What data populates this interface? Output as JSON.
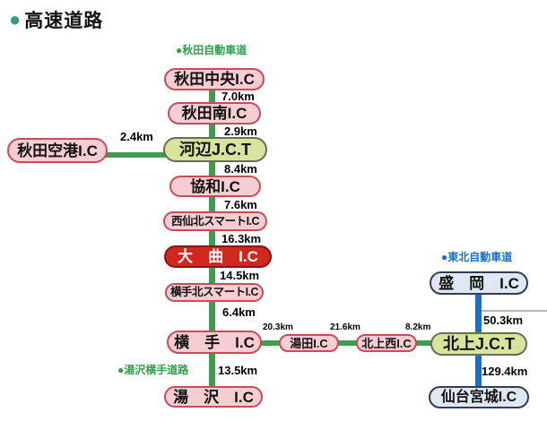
{
  "title": {
    "bullet": "●",
    "text": "高速道路"
  },
  "route_labels": {
    "akita_expressway": "●秋田自動車道",
    "yuzawa_yokote_road": "●湯沢横手道路",
    "tohoku_expressway": "●東北自動車道"
  },
  "akita_line": {
    "stations": {
      "akita_chuo": "秋田中央I.C",
      "akita_minami": "秋田南I.C",
      "kawabe_jct": "河辺J.C.T",
      "kyowa": "協和I.C",
      "nishisemboku_smart": "西仙北スマートI.C",
      "omagari": "大　曲　I.C",
      "yokote_kita_smart": "横手北スマートI.C",
      "yokote": "横　手　I.C",
      "yuzawa": "湯　沢　I.C"
    },
    "distances": {
      "chuo_minami": "7.0km",
      "minami_kawabe": "2.9km",
      "kawabe_kyowa": "8.4km",
      "kyowa_nishisemboku": "7.6km",
      "nishisemboku_omagari": "16.3km",
      "omagari_yokotekita": "14.5km",
      "yokotekita_yokote": "6.4km",
      "yokote_yuzawa": "13.5km"
    }
  },
  "airport_branch": {
    "station": "秋田空港I.C",
    "distance": "2.4km"
  },
  "east_branch": {
    "stations": {
      "yuda": "湯田I.C",
      "kitakami_nishi": "北上西I.C"
    },
    "distances": {
      "yokote_yuda": "20.3km",
      "yuda_kitakaminishi": "21.6km",
      "kitakaminishi_jct": "8.2km"
    }
  },
  "tohoku_line": {
    "stations": {
      "morioka": "盛　岡　I.C",
      "kitakami_jct": "北上J.C.T",
      "sendai_miyagi": "仙台宮城I.C"
    },
    "distances": {
      "morioka_kitakami": "50.3km",
      "kitakami_sendai": "129.4km"
    }
  },
  "colors": {
    "ic_fill": "#f6cdd2",
    "ic_border": "#c94b57",
    "jct_fill": "#d6e49c",
    "jct_border": "#647055",
    "omagari_fill": "#d1281d",
    "omagari_border": "#8a1410",
    "tohoku_ic_fill": "#dfe7f2",
    "tohoku_ic_border": "#2e3d58",
    "akita_line_green": "#3f9e4d",
    "tohoku_line_blue": "#1c6fc7",
    "green_label": "#2da04b",
    "blue_label": "#1b6fc5",
    "title_bullet": "#39998a"
  }
}
